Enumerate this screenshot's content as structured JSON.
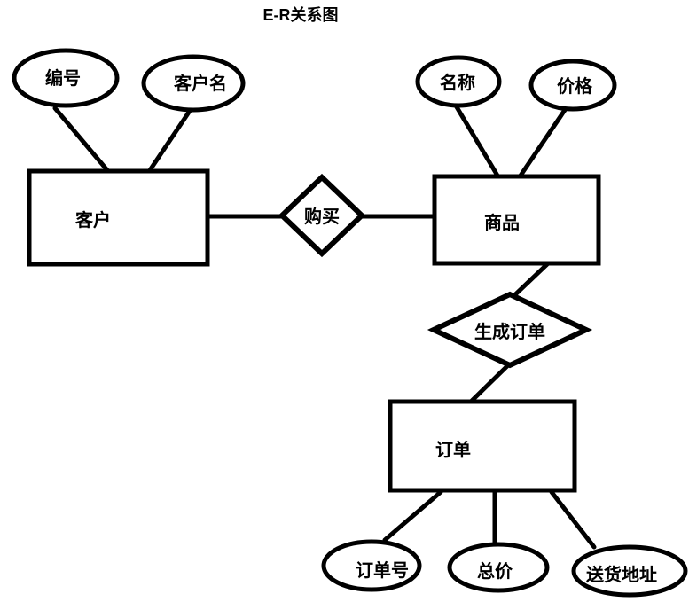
{
  "title": "E-R关系图",
  "entities": {
    "customer": "客户",
    "product": "商品",
    "order": "订单"
  },
  "relationships": {
    "buy": "购买",
    "generate_order": "生成订单"
  },
  "attributes": {
    "customer_id": "编号",
    "customer_name": "客户名",
    "product_name": "名称",
    "price": "价格",
    "order_id": "订单号",
    "total_price": "总价",
    "delivery_address": "送货地址"
  },
  "colors": {
    "stroke": "#000000",
    "background": "#ffffff"
  }
}
